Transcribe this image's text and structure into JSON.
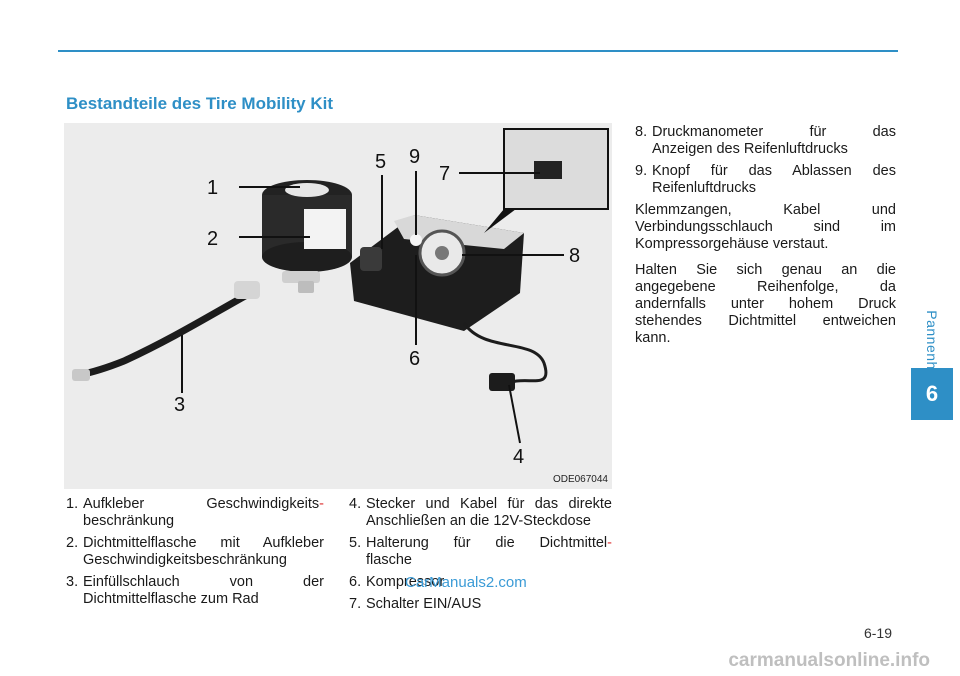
{
  "side_tab": {
    "label": "Pannenhilfe",
    "chapter": "6"
  },
  "section": {
    "title": "Bestandteile des Tire Mobility Kit"
  },
  "figure": {
    "code": "ODE067044",
    "callouts": [
      "1",
      "2",
      "3",
      "4",
      "5",
      "6",
      "7",
      "8",
      "9"
    ]
  },
  "components": [
    {
      "num": "1.",
      "line1": "Aufkleber Geschwindigkeits",
      "hyphen": "-",
      "rest": "beschränkung"
    },
    {
      "num": "2.",
      "line1": "Dichtmittelflasche mit Aufkleber",
      "hyphen": "",
      "rest": "Geschwindigkeitsbeschränkung"
    },
    {
      "num": "3.",
      "line1": "Einfüllschlauch von der",
      "hyphen": "",
      "rest": "Dichtmittelflasche zum Rad"
    },
    {
      "num": "4.",
      "line1": "Stecker und Kabel für das direkte",
      "hyphen": "",
      "rest": "Anschließen an die 12V-Steckdose"
    },
    {
      "num": "5.",
      "line1": "Halterung für die Dichtmittel",
      "hyphen": "-",
      "rest": "flasche"
    },
    {
      "num": "6.",
      "line1": "Kompressor",
      "hyphen": "",
      "rest": ""
    },
    {
      "num": "7.",
      "line1": "Schalter EIN/AUS",
      "hyphen": "",
      "rest": ""
    },
    {
      "num": "8.",
      "line1": "Druckmanometer für das",
      "hyphen": "",
      "rest": "Anzeigen des Reifenluftdrucks"
    },
    {
      "num": "9.",
      "line1": "Knopf für das Ablassen des",
      "hyphen": "",
      "rest": "Reifenluftdrucks"
    }
  ],
  "paragraphs": [
    {
      "line1": "Klemmzangen, Kabel und",
      "line2": "Verbindungsschlauch sind im",
      "rest": "Kompressorgehäuse verstaut."
    },
    {
      "line1": "Halten Sie sich genau an die",
      "line2": "angegebene Reihenfolge, da",
      "line3": "andernfalls unter hohem Druck",
      "line4": "stehendes Dichtmittel entweichen",
      "rest": "kann."
    }
  ],
  "page_number": "6-19",
  "watermark": "CarManuals2.com",
  "footer_watermark": "carmanualsonline.info",
  "colors": {
    "accent": "#2e8fc6",
    "hyphen": "#dd3333"
  }
}
